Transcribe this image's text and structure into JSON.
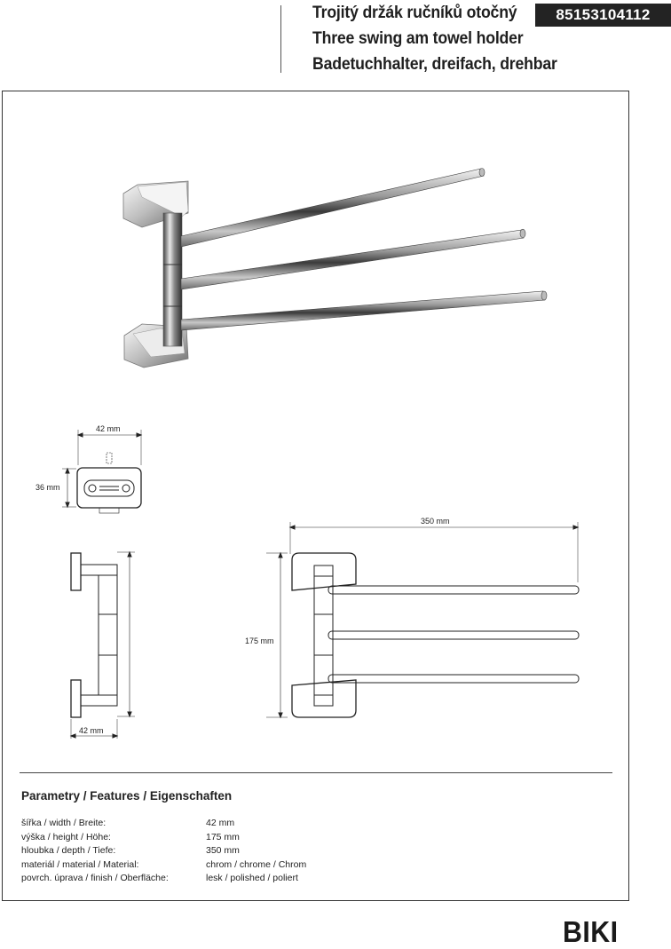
{
  "header": {
    "title_cz": "Trojitý držák ručníků otočný",
    "title_en": "Three swing am towel holder",
    "title_de": "Badetuchhalter, dreifach, drehbar",
    "product_code": "85153104112"
  },
  "dimensions": {
    "top_width": "42 mm",
    "top_height": "36 mm",
    "side_width": "42 mm",
    "front_width": "350 mm",
    "front_height": "175 mm"
  },
  "params": {
    "title": "Parametry / Features / Eigenschaften",
    "rows": [
      {
        "label": "šířka / width / Breite:",
        "value": "42 mm"
      },
      {
        "label": "výška / height / Höhe:",
        "value": "175 mm"
      },
      {
        "label": "hloubka / depth / Tiefe:",
        "value": "350 mm"
      },
      {
        "label": "materiál / material / Material:",
        "value": "chrom / chrome / Chrom"
      },
      {
        "label": "povrch. úprava / finish / Oberfläche:",
        "value": "lesk / polished / poliert"
      }
    ]
  },
  "brand": "BIKI"
}
